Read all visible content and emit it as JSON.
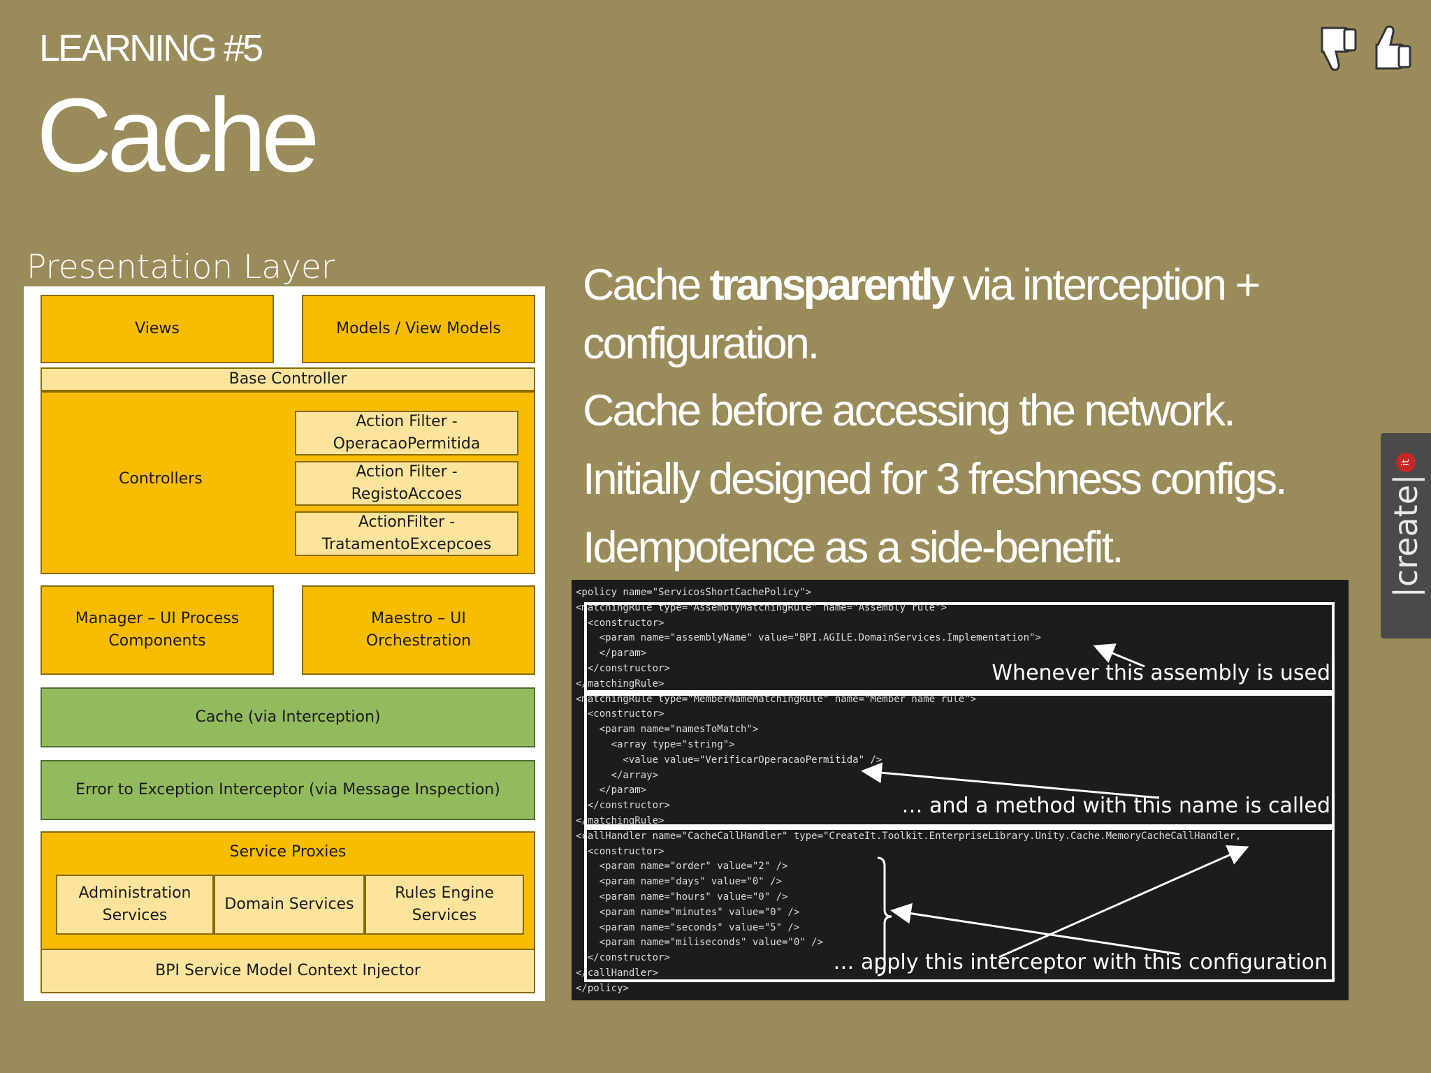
{
  "slide": {
    "kicker": "LEARNING #5",
    "title": "Cache"
  },
  "feedback": {
    "icons": [
      "thumbs-down-icon",
      "thumbs-up-icon"
    ]
  },
  "diagram": {
    "label": "Presentation Layer",
    "views": "Views",
    "models": "Models / View Models",
    "base_controller": "Base Controller",
    "controllers": "Controllers",
    "filters": [
      {
        "line1": "Action Filter -",
        "line2": "OperacaoPermitida"
      },
      {
        "line1": "Action Filter -",
        "line2": "RegistoAccoes"
      },
      {
        "line1": "ActionFilter -",
        "line2": "TratamentoExcepcoes"
      }
    ],
    "manager": {
      "line1": "Manager – UI Process",
      "line2": "Components"
    },
    "maestro": {
      "line1": "Maestro – UI",
      "line2": "Orchestration"
    },
    "cache": "Cache (via Interception)",
    "error": "Error to Exception Interceptor (via Message Inspection)",
    "service_proxies": "Service Proxies",
    "admin": {
      "line1": "Administration",
      "line2": "Services"
    },
    "domain": "Domain Services",
    "rules": {
      "line1": "Rules Engine",
      "line2": "Services"
    },
    "injector": "BPI Service Model Context Injector"
  },
  "bullets": {
    "b1_pre": "Cache ",
    "b1_bold": "transparently",
    "b1_post": " via interception +",
    "b1_line2": "configuration.",
    "b2": "Cache before accessing the network.",
    "b3": "Initially designed for 3 freshness configs.",
    "b4": "Idempotence as a side-benefit."
  },
  "code": {
    "lines": [
      "<policy name=\"ServicosShortCachePolicy\">",
      "<matchingRule type=\"AssemblyMatchingRule\" name=\"Assembly rule\">",
      "  <constructor>",
      "    <param name=\"assemblyName\" value=\"BPI.AGILE.DomainServices.Implementation\">",
      "    </param>",
      "  </constructor>",
      "</matchingRule>",
      "<matchingRule type=\"MemberNameMatchingRule\" name=\"Member name rule\">",
      "  <constructor>",
      "    <param name=\"namesToMatch\">",
      "      <array type=\"string\">",
      "        <value value=\"VerificarOperacaoPermitida\" />",
      "      </array>",
      "    </param>",
      "  </constructor>",
      "</matchingRule>",
      "<callHandler name=\"CacheCallHandler\" type=\"CreateIt.Toolkit.EnterpriseLibrary.Unity.Cache.MemoryCacheCallHandler,",
      "  <constructor>",
      "    <param name=\"order\" value=\"2\" />",
      "    <param name=\"days\" value=\"0\" />",
      "    <param name=\"hours\" value=\"0\" />",
      "    <param name=\"minutes\" value=\"0\" />",
      "    <param name=\"seconds\" value=\"5\" />",
      "    <param name=\"miliseconds\" value=\"0\" />",
      "  </constructor>",
      "</callHandler>",
      "</policy>"
    ],
    "annotations": {
      "assembly": "Whenever this assembly is used",
      "method": "… and a method with this name is called",
      "interceptor": "… apply this interceptor with this configuration"
    }
  },
  "side_tab": {
    "text": "|create|",
    "badge": "it"
  }
}
